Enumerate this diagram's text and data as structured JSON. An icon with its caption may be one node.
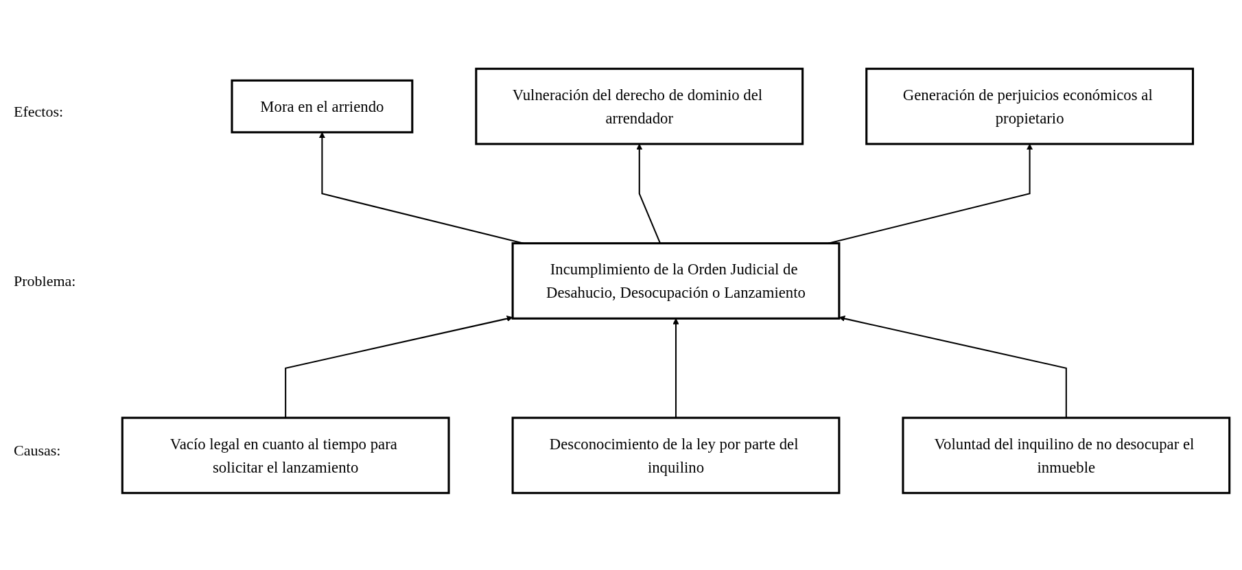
{
  "diagram": {
    "nodes": [
      {
        "text": [
          "Mora en el arriendo"
        ]
      },
      {
        "text": [
          "Vulneración del derecho de dominio del arrendador"
        ]
      },
      {
        "text": [
          "Generación de perjuicios económicos al propietario"
        ]
      },
      {
        "text": [
          "Incumplimiento de la Orden Judicial de Desahucio, Desocupación o Lanzamiento"
        ]
      },
      {
        "text": [
          "Vacío legal en cuanto al tiempo para solicitar el lanzamiento"
        ]
      },
      {
        "text": [
          "Desconocimiento de la ley por parte del inquilino"
        ]
      },
      {
        "text": [
          "Voluntad del inquilino de no desocupar el inmueble"
        ]
      }
    ],
    "edges": [
      {
        "from": 3,
        "to": 0,
        "arrow": "to"
      },
      {
        "from": 3,
        "to": 1,
        "arrow": "to"
      },
      {
        "from": 3,
        "to": 2,
        "arrow": "to"
      },
      {
        "from": 4,
        "to": 3,
        "arrow": "to"
      },
      {
        "from": 5,
        "to": 3,
        "arrow": "to"
      },
      {
        "from": 6,
        "to": 3,
        "arrow": "to"
      }
    ],
    "labels": [
      "Efectos:",
      "Problema:",
      "Causas:"
    ]
  }
}
